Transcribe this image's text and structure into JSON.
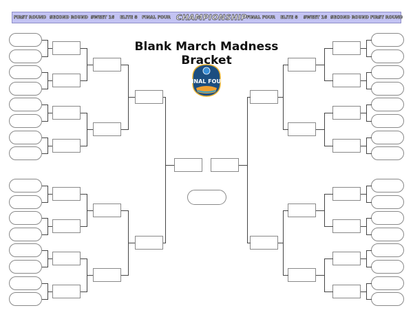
{
  "title": "Blank March Madness Bracket",
  "round_labels": {
    "left": [
      "FIRST ROUND",
      "SECOND ROUND",
      "SWEET 16",
      "ELITE 8",
      "FINAL FOUR"
    ],
    "center": "CHAMPIONSHIP",
    "right": [
      "FINAL FOUR",
      "ELITE 8",
      "SWEET 16",
      "SECOND ROUND",
      "FIRST ROUND"
    ]
  },
  "logo": {
    "name": "final-four-logo",
    "text": "FINAL FOUR"
  },
  "colors": {
    "band": "#c3c3f3",
    "line": "#444444",
    "box_border": "#888888"
  },
  "bracket": {
    "teams_per_side": 16,
    "second_round_per_side": 8,
    "sweet16_per_side": 4,
    "elite8_per_side": 2,
    "final_four_slots": 2,
    "champion_slot": 1
  }
}
